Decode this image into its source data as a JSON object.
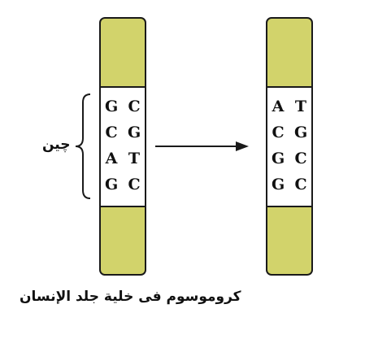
{
  "colors": {
    "chromosome_fill": "#d2d36b",
    "outline": "#1a1a1a",
    "background": "#ffffff"
  },
  "gene_label": "چين",
  "caption": "كروموسوم فى خلية جلد الإنسان",
  "chromosomes": [
    {
      "rows": [
        [
          "G",
          "C"
        ],
        [
          "C",
          "G"
        ],
        [
          "A",
          "T"
        ],
        [
          "G",
          "C"
        ]
      ]
    },
    {
      "rows": [
        [
          "A",
          "T"
        ],
        [
          "C",
          "G"
        ],
        [
          "G",
          "C"
        ],
        [
          "G",
          "C"
        ]
      ]
    }
  ]
}
